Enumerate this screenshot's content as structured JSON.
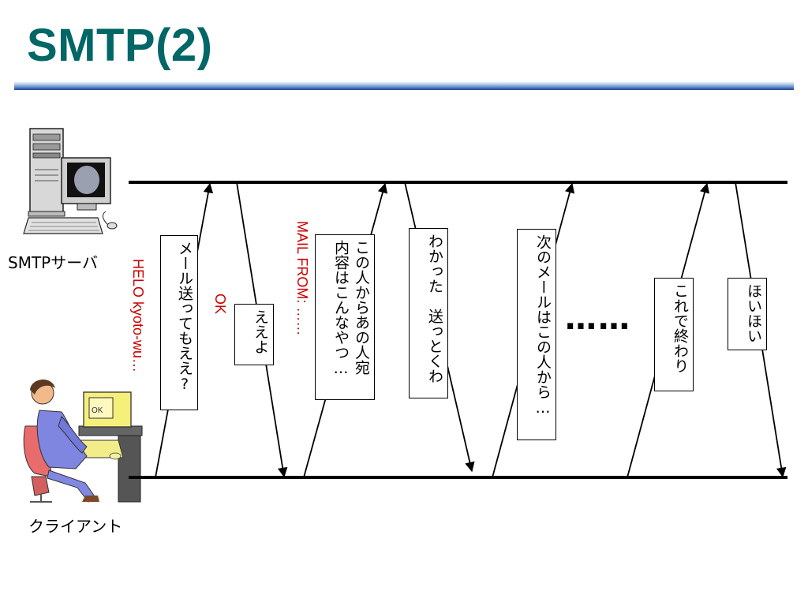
{
  "title": "SMTP(2)",
  "nodes": {
    "server_label": "SMTPサーバ",
    "client_label": "クライアント"
  },
  "messages": {
    "helo_command": "HELO kyoto-wu…",
    "helo_dialog": "メール送ってもええ?",
    "ok_reply": "OK",
    "ok_dialog": "ええよ",
    "mail_from_command": "MAIL FROM: ……",
    "mail_from_dialog": "この人からあの人宛\n内容はこんなやつ…",
    "ack_dialog": "わかった　送っとくわ",
    "next_mail_dialog": "次のメールはこの人から…",
    "ellipsis": "……",
    "quit_dialog": "これで終わり",
    "bye_dialog": "ほいほい"
  },
  "colors": {
    "title": "#006666",
    "command_text": "#cc0000",
    "lines": "#000000"
  },
  "icons": {
    "server": "desktop-computer-icon",
    "client": "person-at-computer-icon"
  }
}
